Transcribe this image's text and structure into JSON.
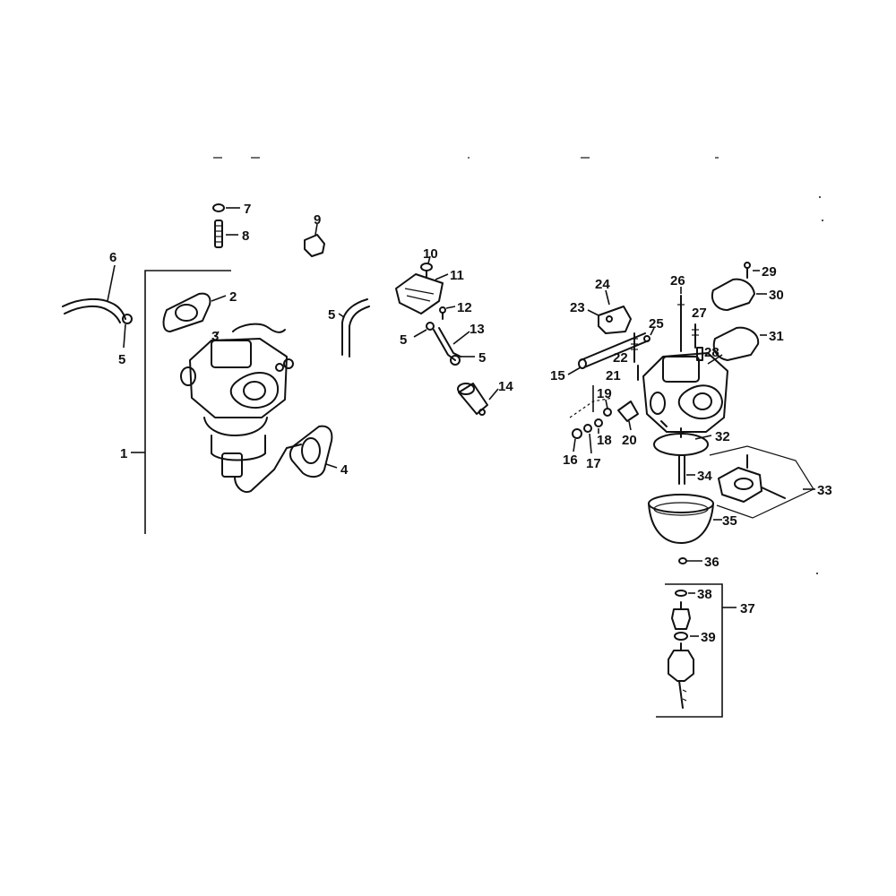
{
  "diagram": {
    "callouts": {
      "c1": "1",
      "c2": "2",
      "c3": "3",
      "c4": "4",
      "c5a": "5",
      "c5b": "5",
      "c5c": "5",
      "c5d": "5",
      "c6": "6",
      "c7": "7",
      "c8": "8",
      "c9": "9",
      "c10": "10",
      "c11": "11",
      "c12": "12",
      "c13": "13",
      "c14": "14",
      "c15": "15",
      "c16": "16",
      "c17": "17",
      "c18": "18",
      "c19": "19",
      "c20": "20",
      "c21": "21",
      "c22": "22",
      "c23": "23",
      "c24": "24",
      "c25": "25",
      "c26": "26",
      "c27": "27",
      "c28": "28",
      "c29": "29",
      "c30": "30",
      "c31": "31",
      "c32": "32",
      "c33": "33",
      "c34": "34",
      "c35": "35",
      "c36": "36",
      "c37": "37",
      "c38": "38",
      "c39": "39"
    }
  }
}
